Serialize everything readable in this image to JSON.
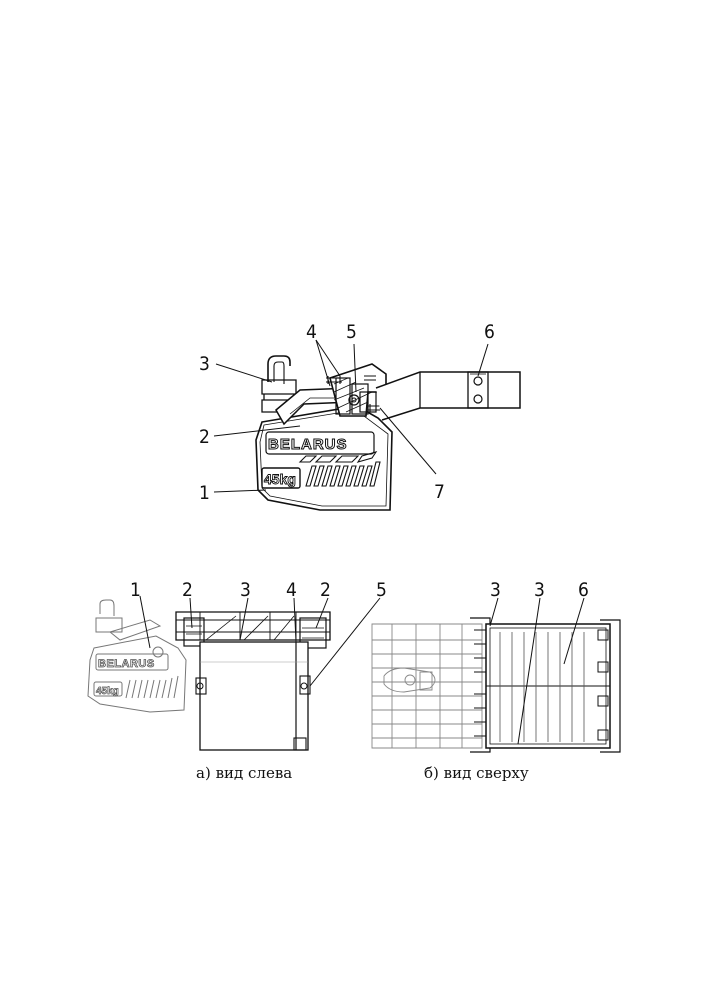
{
  "figure_top": {
    "callouts": [
      "1",
      "2",
      "3",
      "4",
      "5",
      "6",
      "7"
    ],
    "logo_text": "BELARUS",
    "weight_label": "45kg"
  },
  "figure_left": {
    "callouts": [
      "1",
      "2",
      "3",
      "4",
      "2",
      "5"
    ],
    "logo_text": "BELARUS",
    "weight_label": "45kg",
    "caption": "а) вид слева"
  },
  "figure_top_view": {
    "callouts": [
      "3",
      "3",
      "6"
    ],
    "caption": "б) вид сверху"
  }
}
